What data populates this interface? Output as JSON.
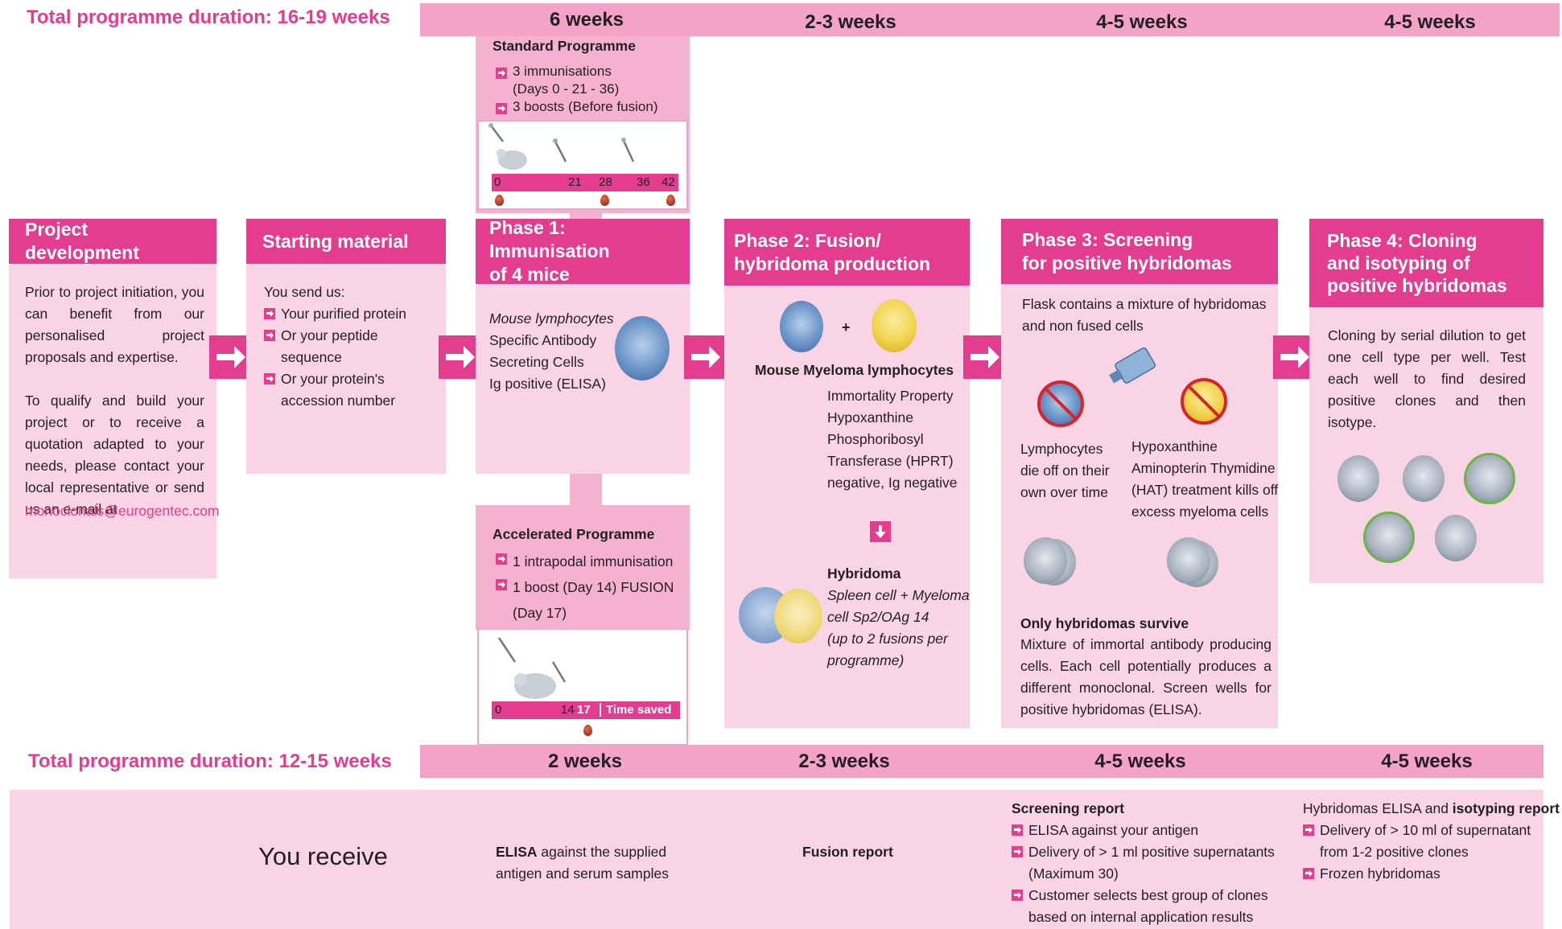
{
  "top_duration": {
    "title": "Total programme duration: 16-19 weeks",
    "weeks": [
      "6 weeks",
      "2-3 weeks",
      "4-5 weeks",
      "4-5 weeks"
    ]
  },
  "bottom_duration": {
    "title": "Total programme duration: 12-15 weeks",
    "weeks": [
      "2 weeks",
      "2-3 weeks",
      "4-5 weeks",
      "4-5 weeks"
    ]
  },
  "standard": {
    "title": "Standard Programme",
    "items": [
      "3 immunisations",
      "(Days 0 - 21 - 36)",
      "3 boosts (Before fusion)"
    ],
    "timeline": [
      "0",
      "21",
      "28",
      "36",
      "42"
    ]
  },
  "accelerated": {
    "title": "Accelerated Programme",
    "items": [
      "1 intrapodal immunisation",
      "1 boost (Day 14) FUSION",
      "(Day 17)"
    ],
    "timeline": [
      "0",
      "14",
      "17"
    ],
    "time_saved": "Time saved"
  },
  "project": {
    "title": "Project development",
    "p1": "Prior to project initiation, you can benefit from our personalised project proposals and expertise.",
    "p2": "To qualify and build your project or to receive a quotation adapted to your needs, please contact your local representative or send us an e-mail at",
    "email": "monoclonals@eurogentec.com"
  },
  "starting": {
    "title": "Starting material",
    "intro": "You send us:",
    "items": [
      "Your purified protein",
      "Or your peptide sequence",
      "Or your protein's",
      "accession number"
    ]
  },
  "phase1": {
    "title_l1": "Phase 1: Immunisation",
    "title_l2": "of 4 mice",
    "lines": [
      "Mouse lymphocytes",
      "Specific Antibody",
      "Secreting Cells",
      "Ig positive (ELISA)"
    ]
  },
  "phase2": {
    "title_l1": "Phase 2: Fusion/",
    "title_l2": "hybridoma production",
    "plus": "+",
    "caption": "Mouse Myeloma lymphocytes",
    "props": [
      "Immortality Property",
      "Hypoxanthine",
      "Phosphoribosyl",
      "Transferase (HPRT)",
      "negative, Ig negative"
    ],
    "hyb_title": "Hybridoma",
    "hyb_lines": [
      "Spleen cell + Myeloma",
      "cell Sp2/OAg 14",
      "(up to 2 fusions per",
      "programme)"
    ]
  },
  "phase3": {
    "title_l1": "Phase 3: Screening",
    "title_l2": "for positive hybridomas",
    "intro": [
      "Flask contains a mixture of hybridomas",
      "and non fused cells"
    ],
    "lymph": [
      "Lymphocytes",
      "die off on their",
      "own over time"
    ],
    "hat": [
      "Hypoxanthine",
      "Aminopterin Thymidine",
      "(HAT) treatment kills off",
      "excess myeloma cells"
    ],
    "survive": "Only hybridomas survive",
    "desc": "Mixture of immortal antibody producing cells. Each cell potentially produces a different monoclonal. Screen wells for positive hybridomas (ELISA)."
  },
  "phase4": {
    "title_l1": "Phase 4: Cloning",
    "title_l2": "and isotyping of",
    "title_l3": "positive hybridomas",
    "desc": "Cloning by serial dilution to get one cell type per well. Test each well to find desired positive clones and then isotype."
  },
  "receive": {
    "title": "You receive",
    "elisa_b": "ELISA",
    "elisa_rest": " against the supplied",
    "elisa_l2": "antigen and serum samples",
    "fusion": "Fusion report",
    "screening_title": "Screening report",
    "screening_items": [
      "ELISA against your antigen",
      "Delivery of > 1 ml positive supernatants",
      "(Maximum 30)",
      "Customer selects best group of clones",
      "based on internal application results"
    ],
    "iso_pre": "Hybridomas ELISA and ",
    "iso_b": "isotyping report",
    "iso_items": [
      "Delivery of > 10 ml of supernatant",
      "from 1-2 positive clones",
      "Frozen hybridomas"
    ]
  },
  "colors": {
    "accent": "#e43d8f",
    "light": "#f9d4e5",
    "bar": "#f3a3c8"
  }
}
